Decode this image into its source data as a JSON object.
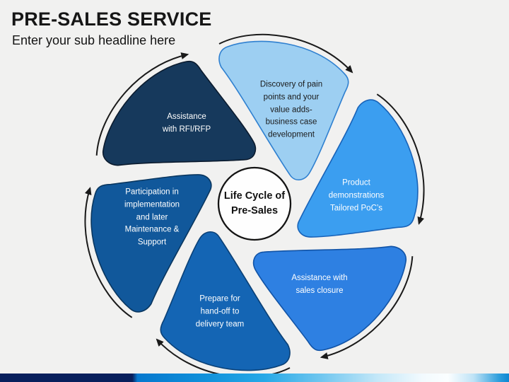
{
  "slide": {
    "title": "PRE-SALES SERVICE",
    "subtitle": "Enter your sub headline here"
  },
  "diagram": {
    "center": {
      "line1": "Life Cycle of",
      "line2": "Pre-Sales"
    },
    "segments": [
      {
        "id": "discovery",
        "label": "Discovery of pain\npoints and your\nvalue adds-\nbusiness case\ndevelopment",
        "fill": "#9DCFF2",
        "stroke": "#2F80D0",
        "text_color": "#1A1A1A"
      },
      {
        "id": "product-demonstrations",
        "label": "Product\ndemonstrations\nTailored PoC’s",
        "fill": "#3B9EF0",
        "stroke": "#1762B8",
        "text_color": "#FFFFFF"
      },
      {
        "id": "sales-closure",
        "label": "Assistance with\nsales closure",
        "fill": "#2E80E2",
        "stroke": "#1153A6",
        "text_color": "#FFFFFF"
      },
      {
        "id": "hand-off",
        "label": "Prepare for\nhand-off to\ndelivery team",
        "fill": "#1465B4",
        "stroke": "#0A4076",
        "text_color": "#FFFFFF"
      },
      {
        "id": "implementation-support",
        "label": "Participation in\nimplementation\nand later\nMaintenance &\nSupport",
        "fill": "#11589B",
        "stroke": "#09365F",
        "text_color": "#FFFFFF"
      },
      {
        "id": "rfi-rfp",
        "label": "Assistance\nwith RFI/RFP",
        "fill": "#16395C",
        "stroke": "#0B1B2E",
        "text_color": "#FFFFFF"
      }
    ],
    "arrow_color": "#1A1A1A"
  },
  "footer": {
    "gradient": [
      "#081F5C 0%",
      "#081F5C 26%",
      "#0678CE 27%",
      "#1090DA 40%",
      "#27A9E7 52%",
      "#6FC6EF 63%",
      "#C3E7F8 74%",
      "#F2FAFE 83%",
      "#FBFEFF 88%",
      "#BFE3F6 93%",
      "#2F9FDD 98%",
      "#0E86D2 100%"
    ]
  }
}
